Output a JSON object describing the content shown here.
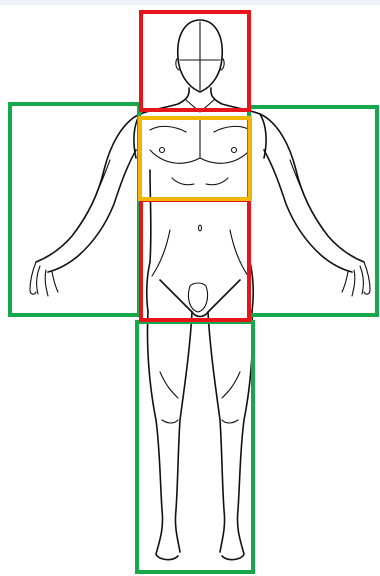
{
  "colors": {
    "background": "#ffffff",
    "line_art": "#111111",
    "head_region": "#e8141b",
    "torso_region": "#f2b705",
    "pelvis_region": "#e8141b",
    "arm_region": "#16a84a",
    "leg_region": "#16a84a"
  },
  "regions": [
    {
      "id": "head",
      "color_key": "head_region"
    },
    {
      "id": "chest",
      "color_key": "torso_region"
    },
    {
      "id": "pelvis",
      "color_key": "pelvis_region"
    },
    {
      "id": "left-arm",
      "color_key": "arm_region"
    },
    {
      "id": "right-arm",
      "color_key": "arm_region"
    },
    {
      "id": "legs",
      "color_key": "leg_region"
    }
  ]
}
